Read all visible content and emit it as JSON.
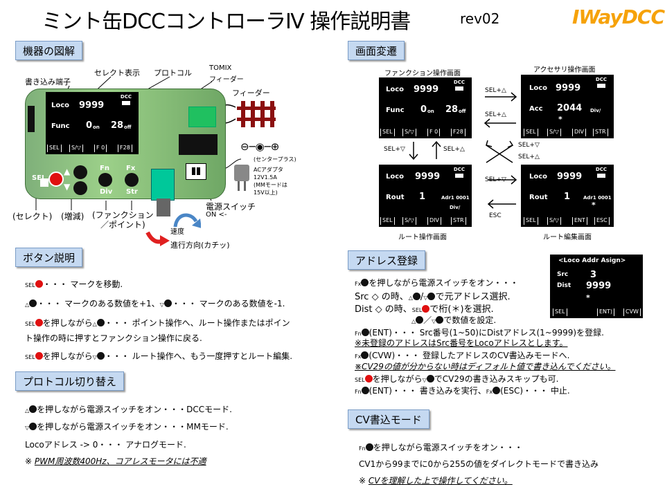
{
  "header": {
    "title": "ミント缶DCCコントローラⅣ 操作説明書",
    "rev": "rev02",
    "logo": "IWayDCC"
  },
  "sections": {
    "device": "機器の図解",
    "screens": "画面変遷",
    "buttons": "ボタン説明",
    "address": "アドレス登録",
    "protocol": "プロトコル切り替え",
    "cv": "CV書込モード"
  },
  "device": {
    "labels": {
      "write_terminal": "書き込み端子",
      "select_display": "セレクト表示",
      "protocol": "プロトコル",
      "tomix": "TOMIX",
      "tomix_feeder": "フィーダー",
      "feeder": "フィーダー",
      "center_plus": "(センタープラス)",
      "adapter": "ACアダプタ\n12V1.5A\n(MMモードは\n15V以上)",
      "select": "(セレクト)",
      "incdec": "(増減)",
      "function": "(ファンクション\n／ポイント)",
      "power_switch": "電源スイッチ",
      "on": "ON <-",
      "speed": "速度",
      "direction": "進行方向(カチッ)"
    },
    "buttons": {
      "sel": "SEL",
      "fn": "Fn",
      "fx": "Fx",
      "div": "Div",
      "str": "Str"
    },
    "screen": {
      "dcc": "DCC",
      "loco": "Loco",
      "loco_val": "9999",
      "func": "Func",
      "f0": "0",
      "on": "on",
      "f28": "28",
      "off": "off",
      "bar": [
        "SEL",
        "S/▽",
        "F 0",
        "F28"
      ]
    }
  },
  "screens": {
    "function_title": "ファンクション操作画面",
    "accessory_title": "アクセサリ操作画面",
    "route_title": "ルート操作画面",
    "route_edit_title": "ルート編集画面",
    "function": {
      "dcc": "DCC",
      "loco": "Loco",
      "loco_val": "9999",
      "func": "Func",
      "f0": "0",
      "on": "on",
      "f28": "28",
      "off": "off",
      "bar": [
        "SEL",
        "S/▽",
        "F 0",
        "F28"
      ]
    },
    "accessory": {
      "dcc": "DCC",
      "loco": "Loco",
      "loco_val": "9999",
      "acc": "Acc",
      "acc_val": "2044",
      "div": "Div/",
      "star": "*",
      "bar": [
        "SEL",
        "S/▽",
        "DIV",
        "STR"
      ]
    },
    "route": {
      "dcc": "DCC",
      "loco": "Loco",
      "loco_val": "9999",
      "rout": "Rout",
      "rout_val": "1",
      "adr": "Adr1 0001",
      "div": "Div/",
      "bar": [
        "SEL",
        "S/▽",
        "DIV",
        "STR"
      ]
    },
    "route_edit": {
      "dcc": "DCC",
      "loco": "Loco",
      "loco_val": "9999",
      "rout": "Rout",
      "rout_val": "1",
      "adr": "Adr1 0001",
      "star": "*",
      "bar": [
        "SEL",
        "S/▽",
        "ENT",
        "ESC"
      ]
    },
    "arrows": {
      "sel_up1": "SEL+△",
      "sel_up2": "SEL+△",
      "sel_down1": "SEL+▽",
      "sel_up3": "SEL+△",
      "sel_down2": "SEL+▽",
      "sel_up4": "SEL+△",
      "sel_down3": "SEL+▽",
      "esc": "ESC"
    }
  },
  "buttons_help": {
    "l1": "・・・  マークを移動.",
    "l2a": "・・・ マークのある数値を+1、",
    "l2b": "・・・  マークのある数値を-1.",
    "l3": "を押しながら",
    "l3b": "・・・ ポイント操作へ、ルート操作またはポイン",
    "l4": "ト操作の時に押すとファンクション操作に戻る.",
    "l5": "を押しながら",
    "l5b": "・・・ ルート操作へ、もう一度押すとルート編集."
  },
  "protocol_help": {
    "l1": "を押しながら電源スイッチをオン・・・DCCモード.",
    "l2": "を押しながら電源スイッチをオン・・・MMモード.",
    "l3": "Locoアドレス  ->  0・・・ アナログモード.",
    "l4a": "※ ",
    "l4b": "PWM周波数400Hz、コアレスモータには不適"
  },
  "address_help": {
    "l1": "を押しながら電源スイッチをオン・・・",
    "l2": "の時、",
    "l2b": "で元アドレス選択.",
    "l3": "の時、",
    "l3b": "で桁(＊)を選択.",
    "l4": "で数値を設定.",
    "l5": "(ENT)・・・ Src番号(1~50)にDistアドレス(1~9999)を登録.",
    "l6": "※未登録のアドレスはSrc番号をLocoアドレスとします。",
    "l7": "(CVW)・・・ 登録したアドレスのCV書込みモードへ.",
    "l8": "※CV29の値が分からない時はディフォルト値で書き込んでください。",
    "l9": "を押しながら",
    "l9b": "でCV29の書き込みスキップも可.",
    "l10": "(ENT)・・・ 書き込みを実行、",
    "l10b": "(ESC)・・・ 中止.",
    "src": "Src",
    "dist": "Dist"
  },
  "addr_screen": {
    "title": "<Loco Addr Asign>",
    "src": "Src",
    "src_val": "3",
    "dist": "Dist",
    "dist_val": "9999",
    "star": "*",
    "bar": [
      "SEL",
      "ENT)",
      "CVW"
    ]
  },
  "cv_help": {
    "l1": "を押しながら電源スイッチをオン・・・",
    "l2": "CV1から99までに0から255の値をダイレクトモードで書き込み",
    "l3a": "※ ",
    "l3b": "CVを理解した上で操作してください。"
  },
  "keys": {
    "sel": "SEL",
    "fn": "Fn",
    "fx": "Fx"
  }
}
